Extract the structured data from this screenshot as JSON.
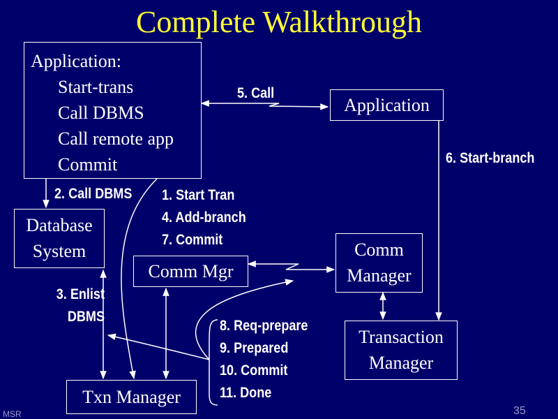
{
  "title": "Complete Walkthrough",
  "boxes": {
    "app_main": {
      "heading": "Application:",
      "steps": [
        "Start-trans",
        "Call DBMS",
        "Call remote app",
        "Commit"
      ]
    },
    "app_remote": "Application",
    "db_system": [
      "Database",
      "System"
    ],
    "comm_mgr": "Comm Mgr",
    "comm_manager": [
      "Comm",
      "Manager"
    ],
    "txn_manager_remote": [
      "Transaction",
      "Manager"
    ],
    "txn_manager": "Txn Manager"
  },
  "labels": {
    "call": "5. Call",
    "start_branch": "6. Start-branch",
    "call_dbms": "2. Call DBMS",
    "start_tran": [
      "1. Start Tran",
      "4. Add-branch",
      "7. Commit"
    ],
    "enlist": [
      "3. Enlist",
      "DBMS"
    ],
    "prepare": [
      "8. Req-prepare",
      "9. Prepared",
      "10. Commit",
      "11. Done"
    ]
  },
  "footer": {
    "left": "MSR",
    "right": "35"
  },
  "colors": {
    "background": "#00006a",
    "title": "#ffff33",
    "line": "#ffffff"
  }
}
